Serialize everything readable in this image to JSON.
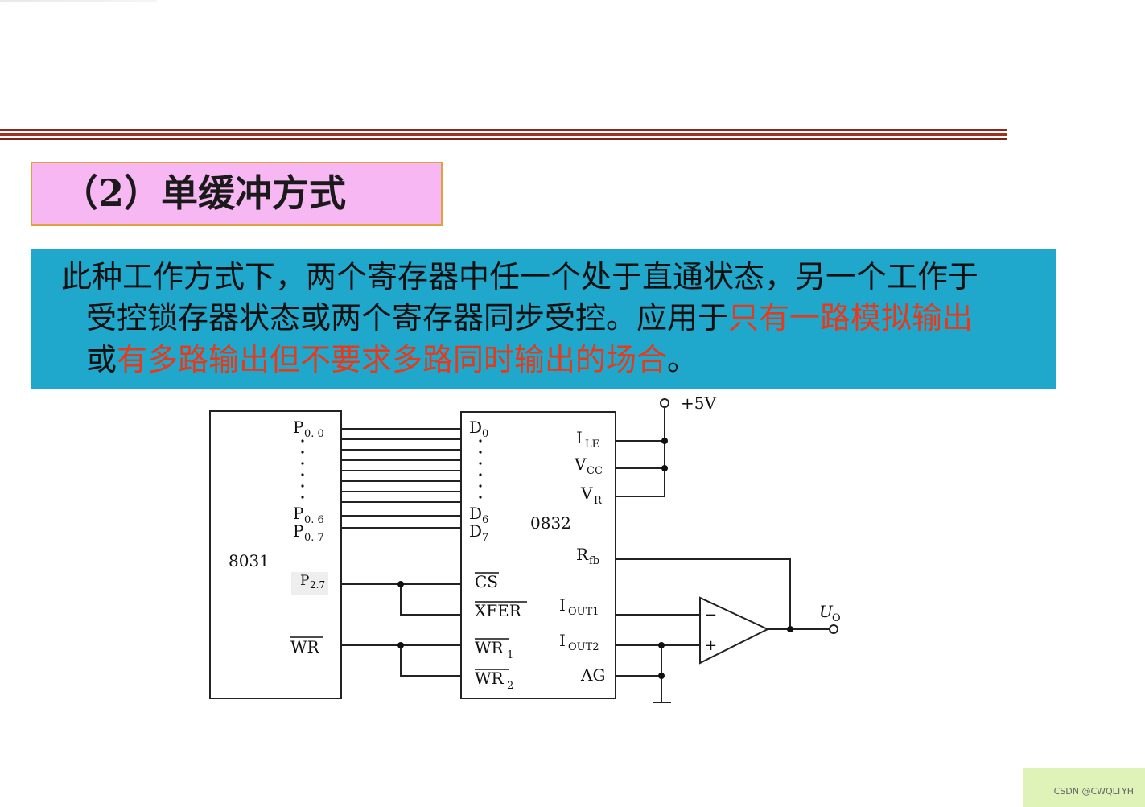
{
  "heading": "（2）单缓冲方式",
  "description": {
    "line1": "此种工作方式下，两个寄存器中任一个处于直通状态，另一个工作于",
    "line2_plain": "受控锁存器状态或两个寄存器同步受控。应用于",
    "line2_highlight": "只有一路模拟输出",
    "line3_plain_start": "或",
    "line3_highlight": "有多路输出但不要求多路同时输出的场合",
    "line3_plain_end": "。"
  },
  "circuit": {
    "mcu": {
      "name": "8031",
      "pins": {
        "p00": "P",
        "p00_sub": "0. 0",
        "p06": "P",
        "p06_sub": "0. 6",
        "p07": "P",
        "p07_sub": "0. 7",
        "p27": "P",
        "p27_sub": "2.7",
        "wr": "WR"
      }
    },
    "dac": {
      "name": "0832",
      "left_pins": {
        "d0": "D",
        "d0_sub": "0",
        "d6": "D",
        "d6_sub": "6",
        "d7": "D",
        "d7_sub": "7",
        "cs": "CS",
        "xfer": "XFER",
        "wr1": "WR",
        "wr1_sub": "1",
        "wr2": "WR",
        "wr2_sub": "2"
      },
      "right_pins": {
        "ile": "I",
        "ile_sub": "LE",
        "vcc": "V",
        "vcc_sub": "CC",
        "vr": "V",
        "vr_sub": "R",
        "rfb": "R",
        "rfb_sub": "fb",
        "iout1": "I",
        "iout1_sub": "OUT1",
        "iout2": "I",
        "iout2_sub": "OUT2",
        "ag": "AG"
      }
    },
    "supply": "+5V",
    "opamp_minus": "−",
    "opamp_plus": "+",
    "output": "U",
    "output_sub": "O"
  },
  "watermark": "CSDN @CWQLTYH",
  "colors": {
    "heading_bg": "#f6b7f2",
    "heading_border": "#e0a23a",
    "info_bg": "#20a8cc",
    "highlight": "#e53a1c",
    "divider": "#8b2a1c"
  }
}
